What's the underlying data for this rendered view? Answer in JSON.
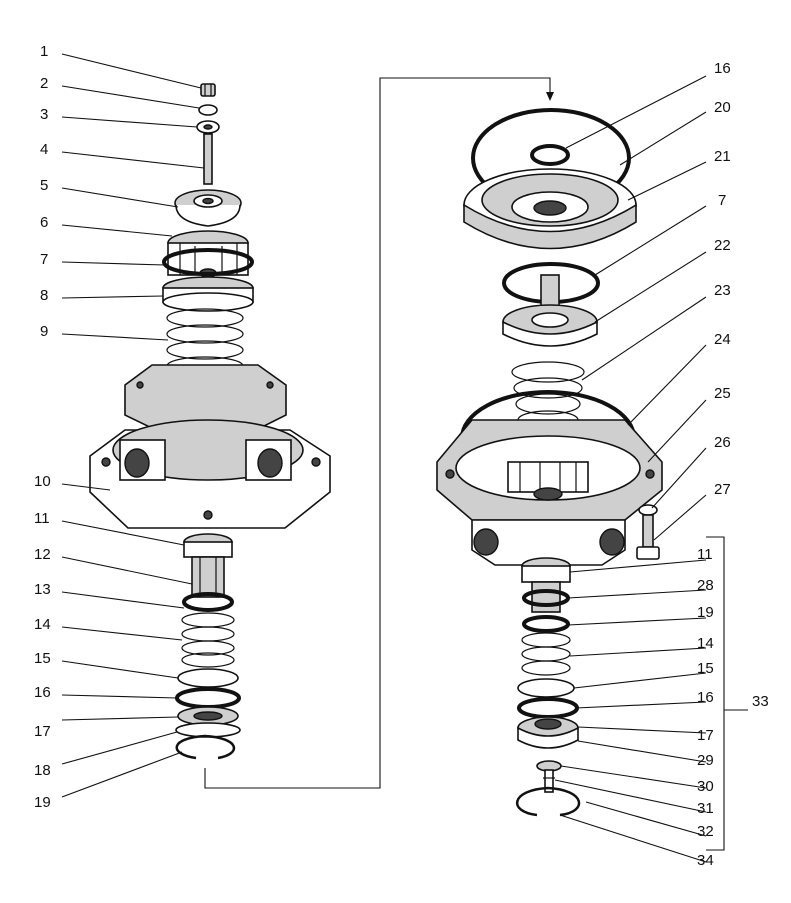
{
  "callouts": {
    "left": [
      "1",
      "2",
      "3",
      "4",
      "5",
      "6",
      "7",
      "8",
      "9",
      "10",
      "11",
      "12",
      "13",
      "14",
      "15",
      "16",
      "17",
      "18",
      "19"
    ],
    "right_top": [
      "16",
      "20",
      "21",
      "7",
      "22",
      "23",
      "24",
      "25",
      "26",
      "27"
    ],
    "right_bottom": [
      "11",
      "28",
      "19",
      "14",
      "15",
      "16",
      "17",
      "29",
      "30",
      "31",
      "32",
      "34"
    ],
    "assembly": "33"
  }
}
